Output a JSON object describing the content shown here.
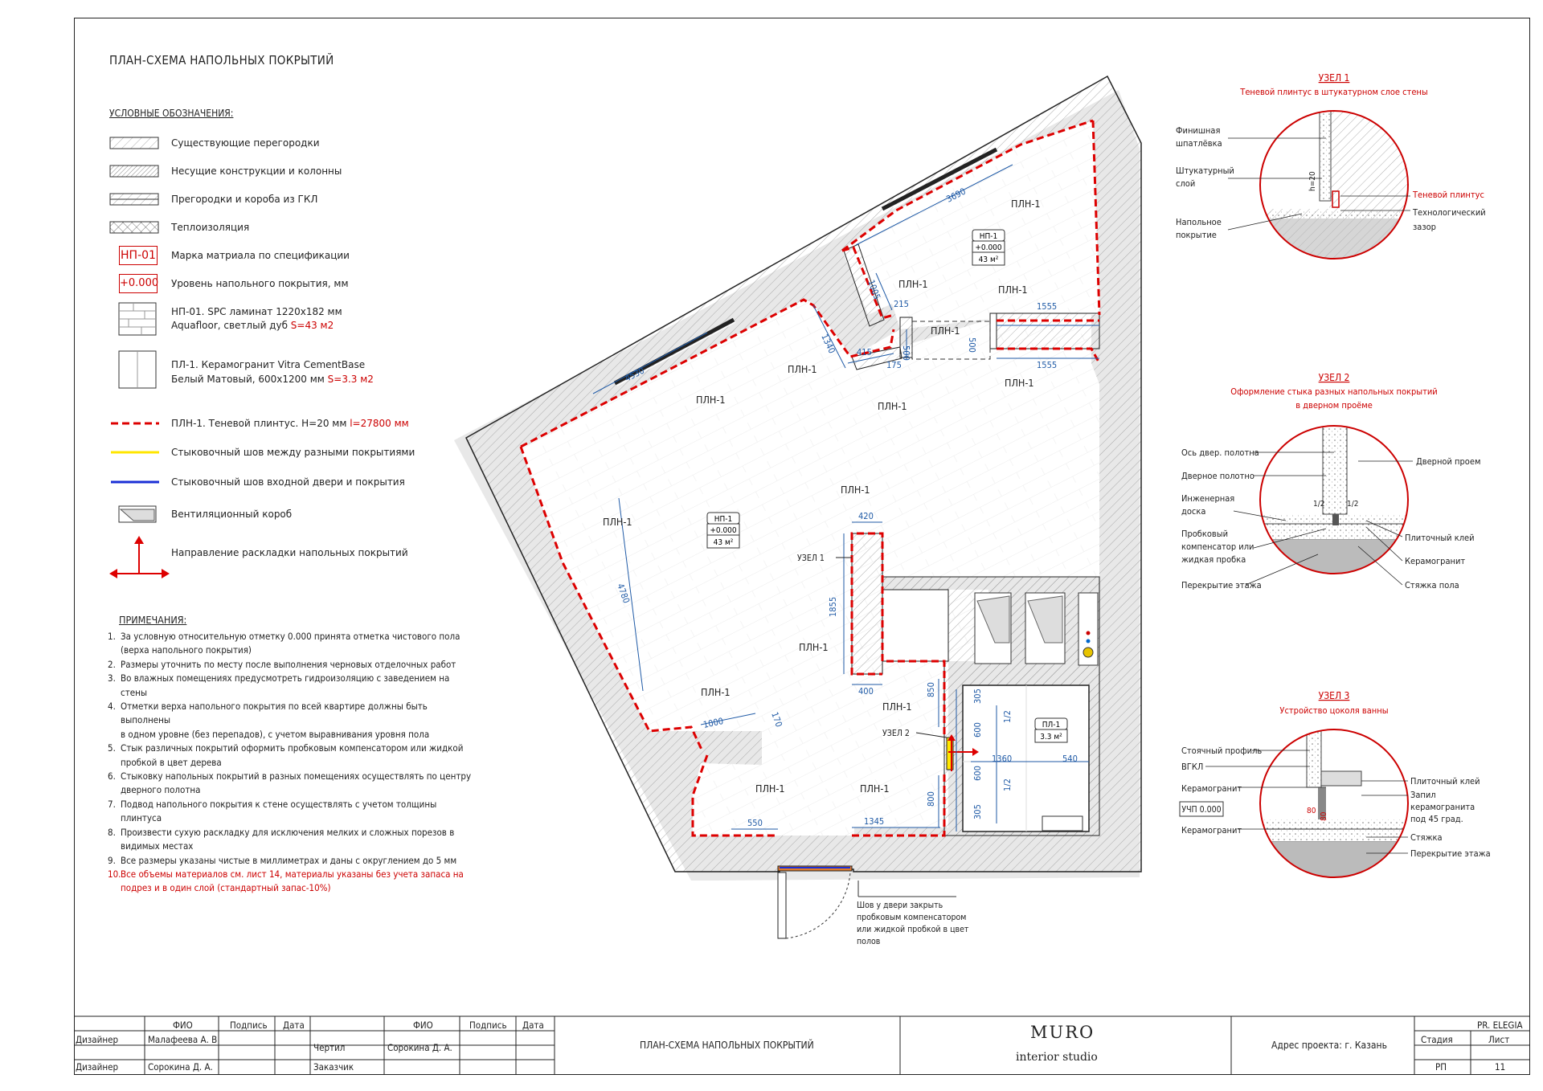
{
  "title": "ПЛАН-СХЕМА НАПОЛЬНЫХ ПОКРЫТИЙ",
  "legend": {
    "heading": "УСЛОВНЫЕ ОБОЗНАЧЕНИЯ:",
    "existing_partitions": "Существующие перегородки",
    "bearing": "Несущие конструкции и колонны",
    "gkl": "Прегородки и короба из ГКЛ",
    "insulation": "Теплоизоляция",
    "mark_code": "НП-01",
    "mark_label": "Марка матриала по спецификации",
    "level_code": "+0.000",
    "level_label": "Уровень напольного покрытия, мм",
    "np01_line1": "НП-01. SPC ламинат 1220х182 мм",
    "np01_line2": "Aquafloor, светлый дуб ",
    "np01_area": "S=43 м2",
    "pl1_line1": "ПЛ-1. Керамогранит Vitra CementBase",
    "pl1_line2": "Белый Матовый, 600х1200 мм ",
    "pl1_area": "S=3.3 м2",
    "pln_label": "ПЛН-1. Теневой плинтус. Н=20 мм ",
    "pln_length": "l=27800 мм",
    "yellow_label": "Стыковочный шов между разными покрытиями",
    "blue_label": "Стыковочный шов входной двери и покрытия",
    "vent_label": "Вентиляционный короб",
    "dir_label": "Направление раскладки напольных покрытий"
  },
  "notes": {
    "heading": "ПРИМЕЧАНИЯ:",
    "items": [
      {
        "n": "1.",
        "text": "За условную относительную отметку 0.000 принята отметка чистового пола"
      },
      {
        "n": "",
        "text": "(верха напольного покрытия)"
      },
      {
        "n": "2.",
        "text": "Размеры уточнить по месту после выполнения черновых отделочных работ"
      },
      {
        "n": "3.",
        "text": "Во влажных помещениях предусмотреть гидроизоляцию с заведением на стены"
      },
      {
        "n": "4.",
        "text": "Отметки верха напольного покрытия по всей квартире должны быть выполнены"
      },
      {
        "n": "",
        "text": "в одном уровне (без перепадов), с учетом выравнивания уровня пола"
      },
      {
        "n": "5.",
        "text": "Стык различных покрытий оформить пробковым компенсатором или жидкой"
      },
      {
        "n": "",
        "text": "пробкой в цвет дерева"
      },
      {
        "n": "6.",
        "text": "Стыковку напольных покрытий в разных помещениях осуществлять по центру"
      },
      {
        "n": "",
        "text": "дверного полотна"
      },
      {
        "n": "7.",
        "text": "Подвод напольного покрытия к стене осуществлять с учетом толщины"
      },
      {
        "n": "",
        "text": "плинтуса"
      },
      {
        "n": "8.",
        "text": "Произвести сухую раскладку для исключения мелких и сложных порезов в"
      },
      {
        "n": "",
        "text": "видимых местах"
      },
      {
        "n": "9.",
        "text": "Все размеры указаны чистые в миллиметрах и даны с округлением до 5 мм"
      }
    ],
    "item10_n": "10.",
    "item10_line1": "Все объемы материалов см. лист 14, материалы указаны без учета запаса на",
    "item10_line2": "подрез и в один слой (стандартный запас-10%)"
  },
  "plan": {
    "pln": "ПЛН-1",
    "room1_mark": "НП-1",
    "room1_level": "+0.000",
    "room1_area": "43 м²",
    "room2_mark": "НП-1",
    "room2_level": "+0.000",
    "room2_area": "43 м²",
    "bath_mark": "ПЛ-1",
    "bath_area": "3.3 м²",
    "node1": "УЗЕЛ 1",
    "node2": "УЗЕЛ 2",
    "dims": {
      "d3690": "3690",
      "d1005": "1005",
      "d215": "215",
      "d1555a": "1555",
      "d1555b": "1555",
      "d500a": "500",
      "d500b": "500",
      "d175": "175",
      "d415": "415",
      "d1340": "1340",
      "d4530": "4530",
      "d4780": "4780",
      "d420": "420",
      "d1855": "1855",
      "d400": "400",
      "d1000": "1000",
      "d170": "170",
      "d550": "550",
      "d1345": "1345",
      "d850": "850",
      "d800": "800",
      "d305a": "305",
      "d305b": "305",
      "d600a": "600",
      "d600b": "600",
      "d1360": "1360",
      "d540": "540",
      "half1": "1/2",
      "half2": "1/2"
    },
    "door_note": [
      "Шов у двери закрыть",
      "пробковым компенсатором",
      "или жидкой пробкой в цвет",
      "полов"
    ]
  },
  "nodes": {
    "n1_title": "УЗЕЛ 1",
    "n1_sub": "Теневой плинтус в штукатурном слое стены",
    "n1_finish": [
      "Финишная",
      "шпатлёвка"
    ],
    "n1_plaster": [
      "Штукатурный",
      "слой"
    ],
    "n1_floor": [
      "Напольное",
      "покрытие"
    ],
    "n1_shadow": "Теневой плинтус",
    "n1_gap": [
      "Технологический",
      "зазор"
    ],
    "n1_h": "h=20",
    "n2_title": "УЗЕЛ 2",
    "n2_sub1": "Оформление стыка разных напольных покрытий",
    "n2_sub2": "в дверном проёме",
    "n2_axis": "Ось двер. полотна",
    "n2_leaf": "Дверное полотно",
    "n2_board": [
      "Инженерная",
      "доска"
    ],
    "n2_cork": [
      "Пробковый",
      "компенсатор или",
      "жидкая пробка"
    ],
    "n2_slab": "Перекрытие этажа",
    "n2_opening": "Дверной проем",
    "n2_glue": "Плиточный клей",
    "n2_ceramic": "Керамогранит",
    "n2_screed": "Стяжка пола",
    "n2_half": "1/2",
    "n3_title": "УЗЕЛ 3",
    "n3_sub": "Устройство цоколя ванны",
    "n3_profile": "Стоячный профиль",
    "n3_vgkl": "ВГКЛ",
    "n3_ceramic": "Керамогранит",
    "n3_level": "УЧП 0.000",
    "n3_ceramic2": "Керамогранит",
    "n3_glue": "Плиточный клей",
    "n3_wash": [
      "Запил",
      "керамогранита",
      "под 45 град."
    ],
    "n3_screed": "Стяжка",
    "n3_slab": "Перекрытие этажа",
    "n3_80a": "80",
    "n3_80b": "80"
  },
  "stamp": {
    "fio": "ФИО",
    "sign": "Подпись",
    "date": "Дата",
    "designer": "Дизайнер",
    "designer_name1": "Малафеева А. В",
    "designer2": "Дизайнер",
    "designer_name2": "Сорокина Д. А.",
    "fio2": "ФИО",
    "sign2": "Подпись",
    "date2": "Дата",
    "drew": "Чертил",
    "drew_name": "Сорокина Д. А.",
    "customer": "Заказчик",
    "sheet_title": "ПЛАН-СХЕМА НАПОЛЬНЫХ ПОКРЫТИЙ",
    "brand": "MURO",
    "brand_sub": "interior studio",
    "address": "Адрес проекта: г. Казань",
    "project": "PR. ELEGIA",
    "stage": "Стадия",
    "sheet": "Лист",
    "stage_val": "РП",
    "sheet_val": "11"
  }
}
